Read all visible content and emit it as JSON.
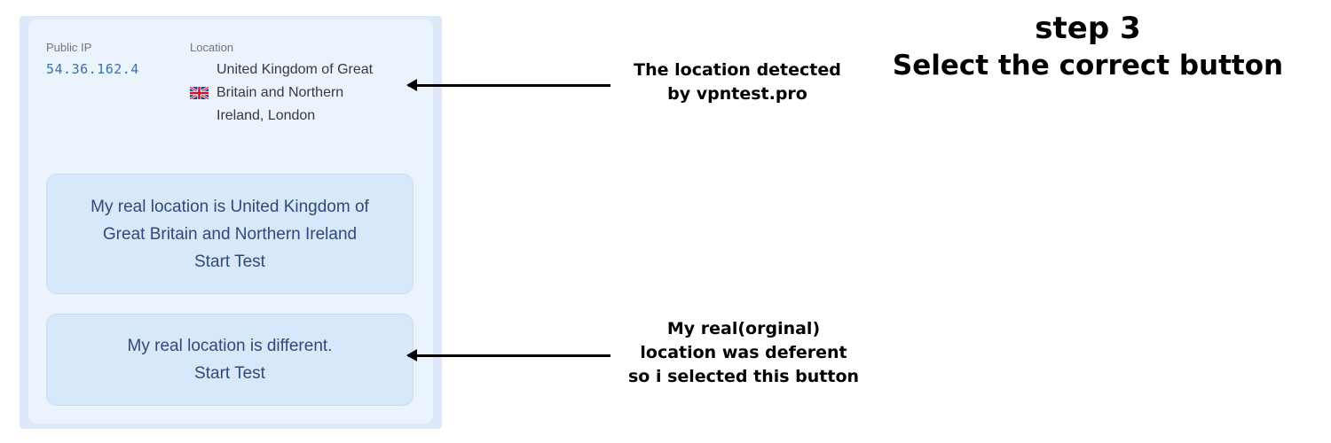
{
  "screenshot": {
    "public_ip_label": "Public IP",
    "public_ip_value": "54.36.162.4",
    "location_label": "Location",
    "location_lines": [
      "United Kingdom of Great",
      "Britain and Northern",
      "Ireland, London"
    ],
    "flag_icon": "uk-flag-icon",
    "button_same": {
      "lines": [
        "My real location is United Kingdom of",
        "Great Britain and Northern Ireland",
        "Start Test"
      ]
    },
    "button_different": {
      "lines": [
        "My real location is different.",
        "Start Test"
      ]
    }
  },
  "annotations": {
    "detected": {
      "lines": [
        "The location detected",
        "by vpntest.pro"
      ]
    },
    "selected": {
      "lines": [
        "My real(orginal)",
        "location was deferent",
        "so i selected this button"
      ]
    },
    "step": "step 3",
    "step_subtitle": "Select the correct button"
  },
  "colors": {
    "panel_bg": "#dde9f8",
    "button_bg": "#d8e8fb",
    "button_text": "#2e4a7a",
    "ip_text": "#3a6fb0"
  }
}
